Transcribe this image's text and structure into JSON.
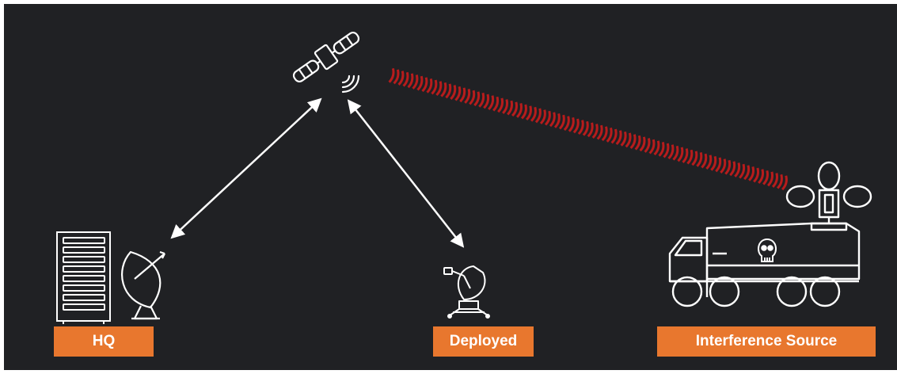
{
  "labels": {
    "hq": "HQ",
    "deployed": "Deployed",
    "interference": "Interference Source"
  },
  "icons": {
    "satellite": "satellite-icon",
    "hq_server": "server-rack-icon",
    "hq_dish": "satellite-dish-icon",
    "deployed_terminal": "portable-dish-icon",
    "jammer_truck": "jammer-truck-icon",
    "skull": "skull-icon"
  },
  "colors": {
    "background": "#202124",
    "frame": "#ffffff",
    "label_fill": "#e8772e",
    "label_text": "#ffffff",
    "line": "#ffffff",
    "interference_wave": "#b71c1c"
  }
}
